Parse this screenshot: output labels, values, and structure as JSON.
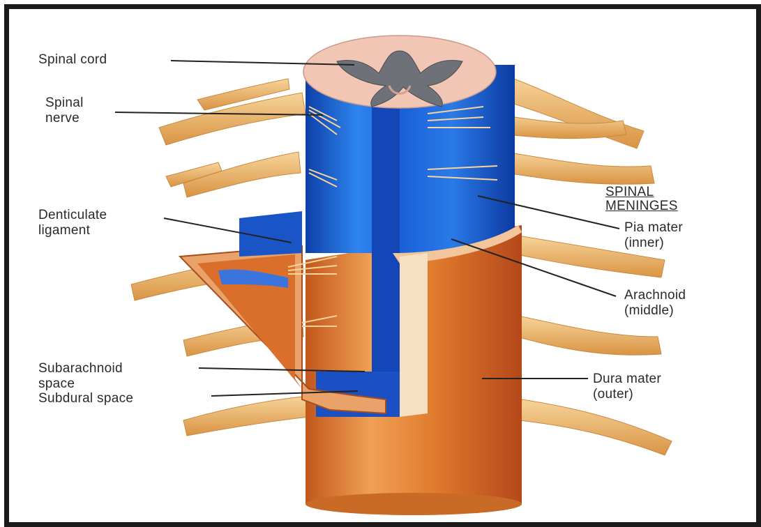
{
  "labels": {
    "spinal_cord": "Spinal cord",
    "spinal_nerve": "Spinal\nnerve",
    "denticulate": "Denticulate\nligament",
    "subarachnoid": "Subarachnoid\nspace",
    "subdural": "Subdural space",
    "meninges_header": "SPINAL\nMENINGES",
    "pia": "Pia mater\n(inner)",
    "arachnoid": "Arachnoid\n(middle)",
    "dura": "Dura mater\n(outer)"
  },
  "colors": {
    "pia_blue": "#1f5fd6",
    "dura_orange": "#e07a2c",
    "nerve_tan": "#f3c178",
    "cord_pink": "#f2c6b4",
    "gray_matter": "#6e7178"
  }
}
